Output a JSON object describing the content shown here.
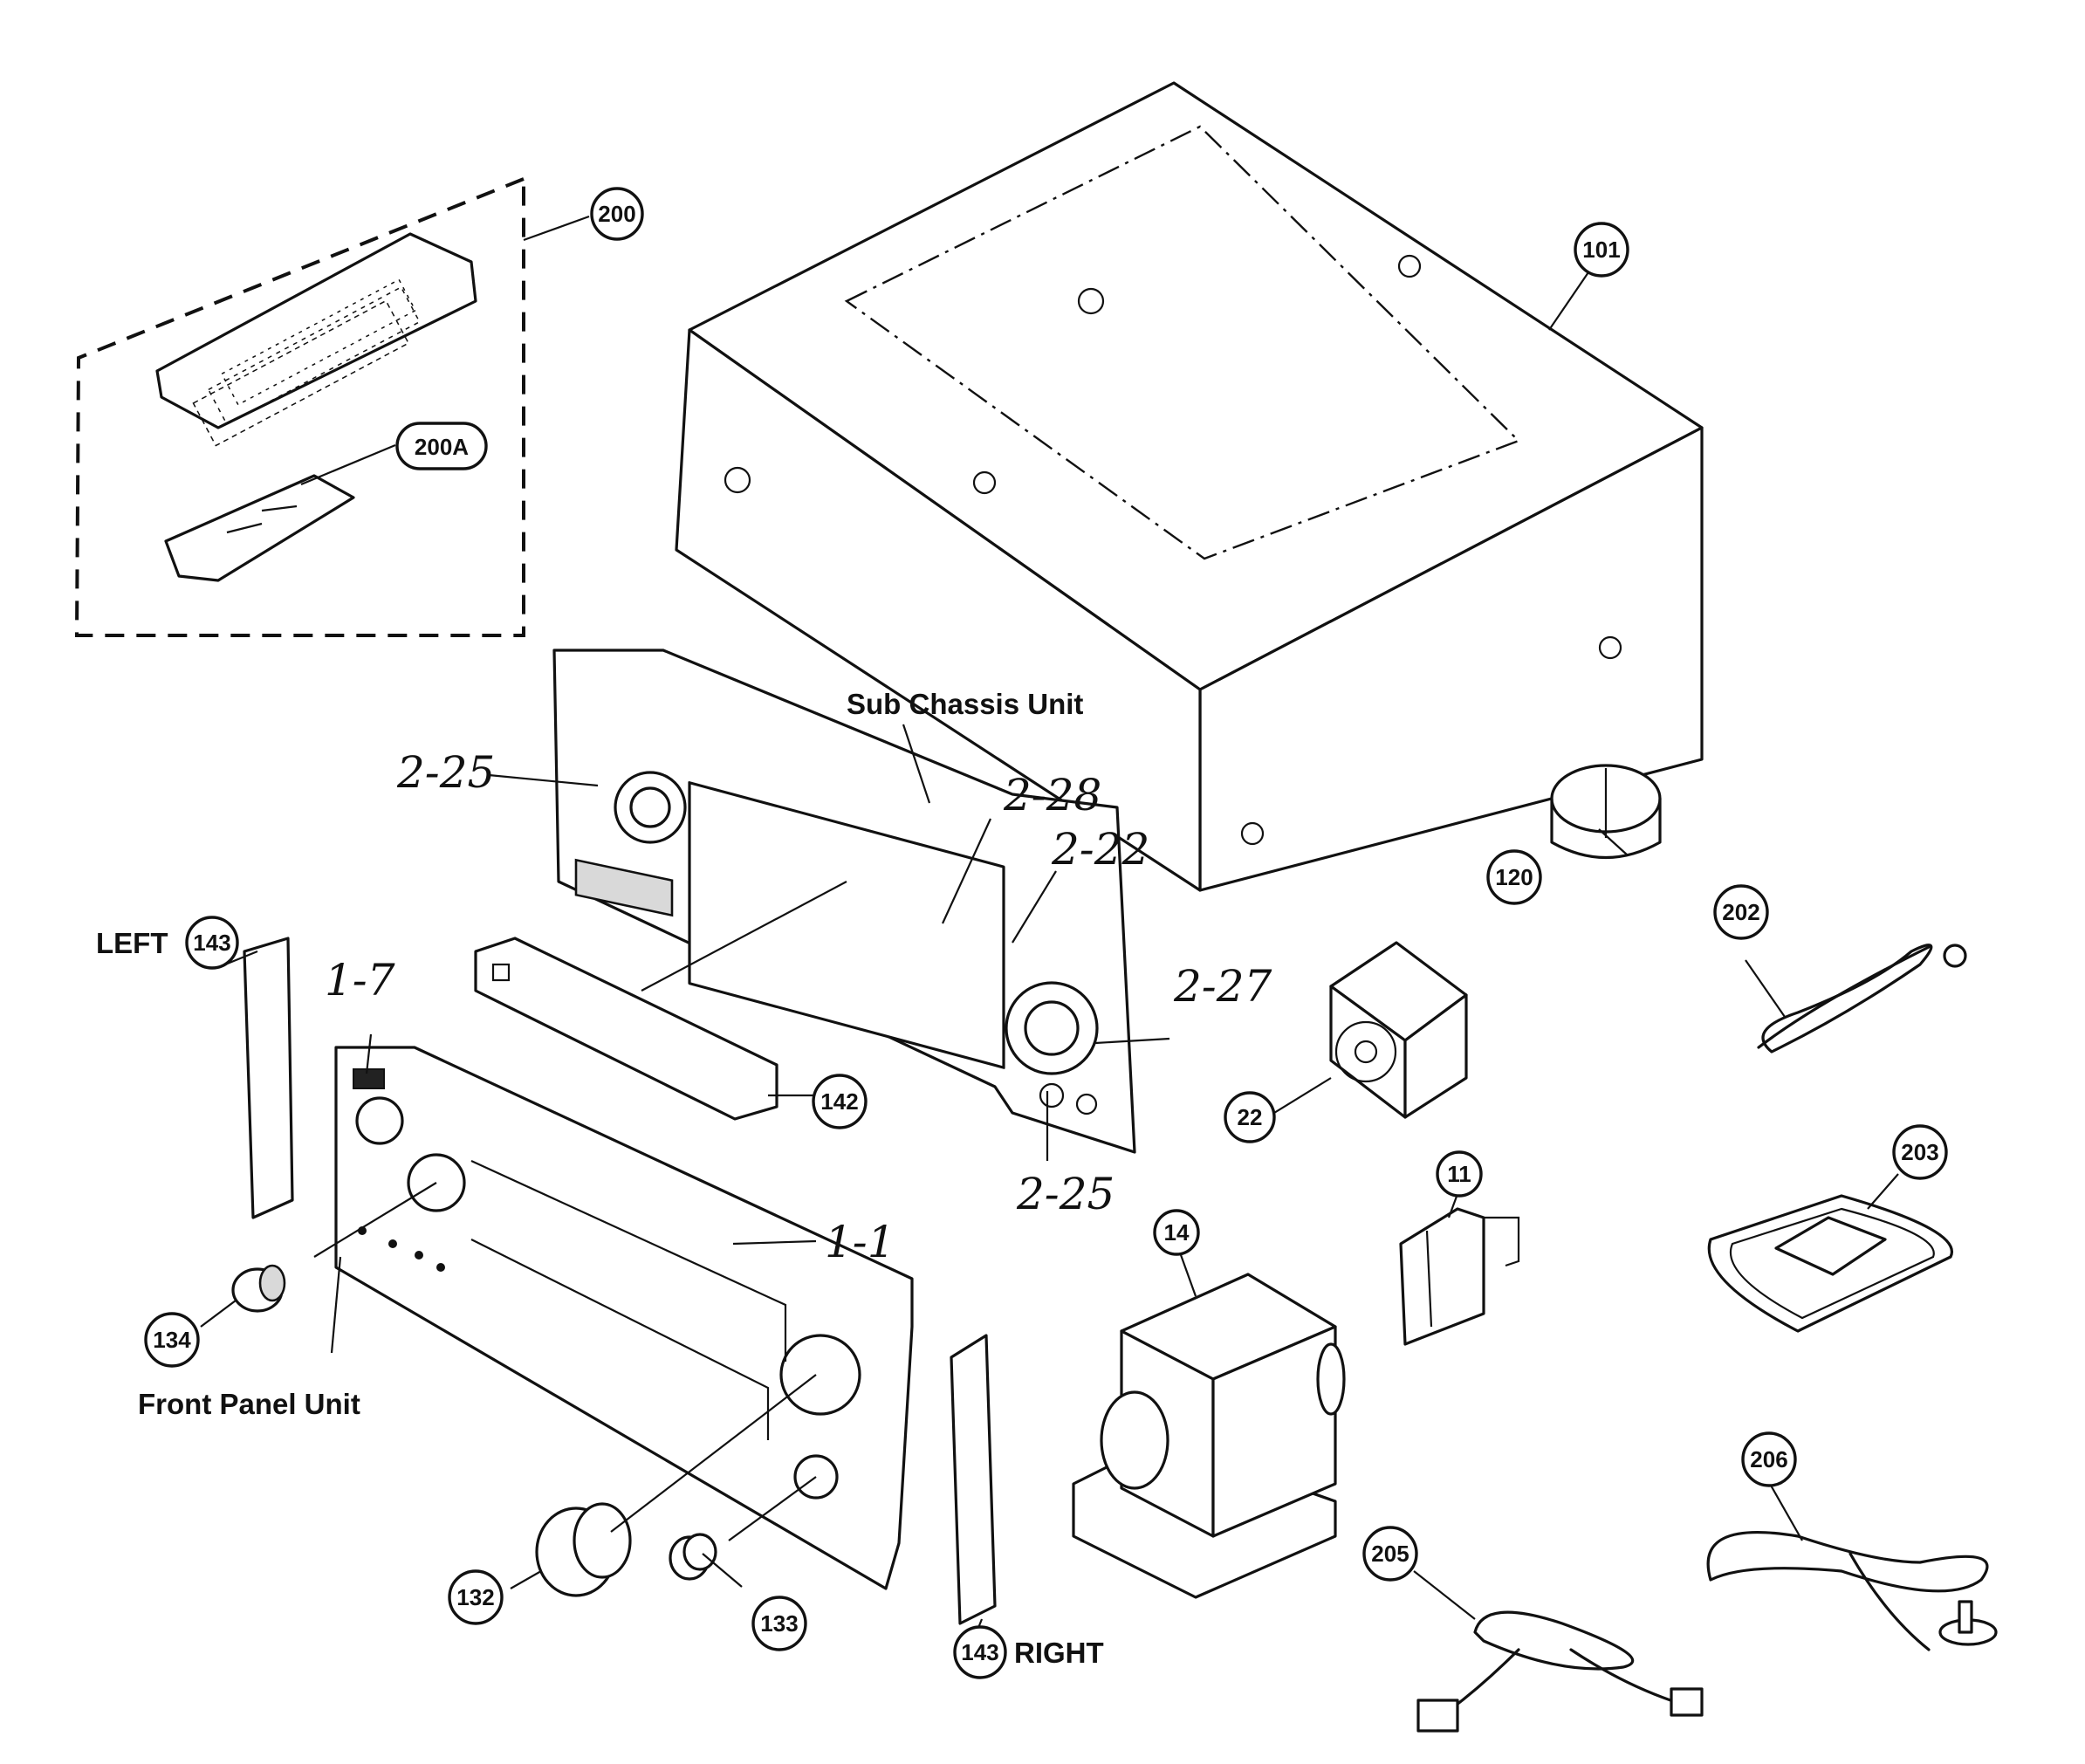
{
  "callouts": {
    "c200": "200",
    "c200A": "200A",
    "c101": "101",
    "c120": "120",
    "c202": "202",
    "c143_left": "143",
    "c142": "142",
    "c22": "22",
    "c11": "11",
    "c14": "14",
    "c203": "203",
    "c134": "134",
    "c206": "206",
    "c205": "205",
    "c132": "132",
    "c133": "133",
    "c143_right": "143"
  },
  "labels": {
    "sub_chassis": "Sub Chassis Unit",
    "front_panel": "Front Panel Unit",
    "left": "LEFT",
    "right": "RIGHT"
  },
  "handwritten": {
    "h2_25_top": "2-25",
    "h2_28": "2-28",
    "h2_22": "2-22",
    "h2_27": "2-27",
    "h2_25_bottom": "2-25",
    "h1_7": "1-7",
    "h1_1": "1-1"
  }
}
